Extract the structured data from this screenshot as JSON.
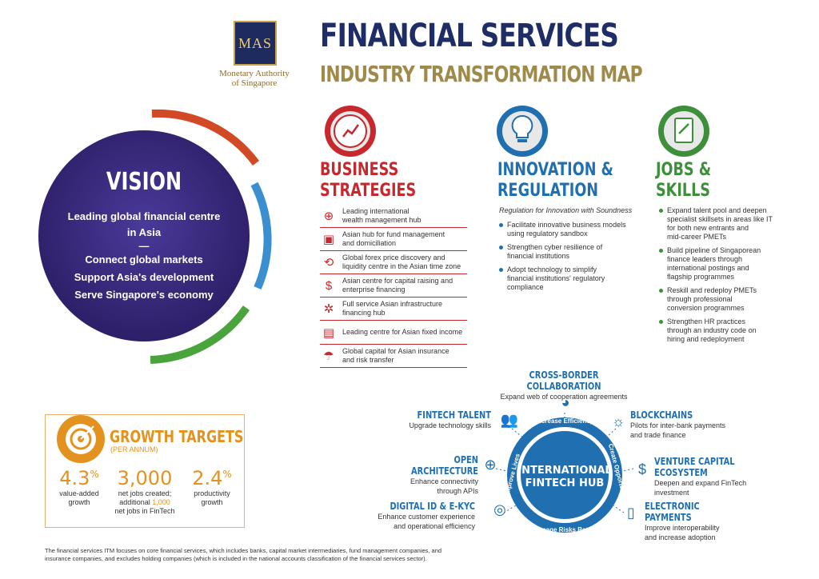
{
  "header": {
    "logo_text": "MAS",
    "org_line1": "Monetary Authority",
    "org_line2": "of Singapore",
    "title": "FINANCIAL SERVICES",
    "subtitle": "INDUSTRY TRANSFORMATION MAP"
  },
  "vision": {
    "title": "VISION",
    "line1": "Leading global financial centre",
    "line2": "in Asia",
    "separator": "—",
    "point1": "Connect global markets",
    "point2": "Support Asia's development",
    "point3": "Serve Singapore's economy"
  },
  "business": {
    "title1": "BUSINESS",
    "title2": "STRATEGIES",
    "items": [
      {
        "icon": "globe-dollar-icon",
        "line1": "Leading international",
        "line2": "wealth management hub"
      },
      {
        "icon": "briefcase-dollar-icon",
        "line1": "Asian hub for fund management",
        "line2": "and domiciliation"
      },
      {
        "icon": "currency-exchange-icon",
        "line1": "Global forex price discovery and",
        "line2": "liquidity centre in the Asian time zone"
      },
      {
        "icon": "hand-coin-icon",
        "line1": "Asian centre for capital raising and",
        "line2": "enterprise financing"
      },
      {
        "icon": "network-icon",
        "line1": "Full service Asian infrastructure",
        "line2": "financing hub"
      },
      {
        "icon": "lock-dollar-icon",
        "line1": "Leading centre for Asian fixed income",
        "line2": ""
      },
      {
        "icon": "umbrella-icon",
        "line1": "Global capital for Asian insurance",
        "line2": "and risk transfer"
      }
    ]
  },
  "innovation": {
    "title1": "INNOVATION &",
    "title2": "REGULATION",
    "subtitle": "Regulation for Innovation with Soundness",
    "items": [
      {
        "line1": "Facilitate innovative business models",
        "line2": "using regulatory sandbox",
        "line3": ""
      },
      {
        "line1": "Strengthen cyber resilience of",
        "line2": "financial institutions",
        "line3": ""
      },
      {
        "line1": "Adopt technology to simplify",
        "line2": "financial institutions' regulatory",
        "line3": "compliance"
      }
    ]
  },
  "jobs": {
    "title1": "JOBS &",
    "title2": "SKILLS",
    "items": [
      {
        "line1": "Expand talent pool and deepen",
        "line2": "specialist skillsets in areas like IT",
        "line3": "for both new entrants and",
        "line4": "mid-career PMETs"
      },
      {
        "line1": "Build pipeline of Singaporean",
        "line2": "finance leaders through",
        "line3": "international postings and",
        "line4": "flagship programmes"
      },
      {
        "line1": "Reskill and redeploy PMETs",
        "line2": "through professional",
        "line3": "conversion programmes",
        "line4": ""
      },
      {
        "line1": "Strengthen HR practices",
        "line2": "through an industry code on",
        "line3": "hiring and redeployment",
        "line4": ""
      }
    ]
  },
  "growth": {
    "title": "GROWTH TARGETS",
    "subtitle": "(PER ANNUM)",
    "m1_value": "4.3",
    "m1_unit": "%",
    "m1_line1": "value-added",
    "m1_line2": "growth",
    "m2_value": "3,000",
    "m2_line1": "net jobs created;",
    "m2_line2a": "additional ",
    "m2_line2b": "1,000",
    "m2_line3": "net jobs in FinTech",
    "m3_value": "2.4",
    "m3_unit": "%",
    "m3_line1": "productivity",
    "m3_line2": "growth"
  },
  "hub": {
    "center1": "INTERNATIONAL",
    "center2": "FINTECH HUB",
    "ring_top": "Increase Efficiency",
    "ring_right": "Create Opportunities",
    "ring_bottom": "Manage Risks Better",
    "ring_left": "Improve Lives",
    "cross_border": {
      "title": "CROSS-BORDER COLLABORATION",
      "desc1": "Expand web of cooperation agreements",
      "desc2": ""
    },
    "fintech_talent": {
      "title": "FINTECH TALENT",
      "desc1": "Upgrade technology skills",
      "desc2": ""
    },
    "blockchains": {
      "title": "BLOCKCHAINS",
      "desc1": "Pilots for inter-bank payments",
      "desc2": "and trade finance"
    },
    "open_arch": {
      "title": "OPEN ARCHITECTURE",
      "desc1": "Enhance connectivity",
      "desc2": "through APIs"
    },
    "venture": {
      "title": "VENTURE CAPITAL ECOSYSTEM",
      "desc1": "Deepen and expand FinTech",
      "desc2": "investment"
    },
    "digital_id": {
      "title": "DIGITAL ID & E-KYC",
      "desc1": "Enhance customer experience",
      "desc2": "and operational efficiency"
    },
    "payments": {
      "title": "ELECTRONIC PAYMENTS",
      "desc1": "Improve interoperability",
      "desc2": "and increase adoption"
    }
  },
  "footnote": {
    "line1": "The financial services ITM focuses on core financial services, which includes banks, capital market intermediaries, fund management companies, and",
    "line2": "insurance companies, and excludes holding companies (which is included in the national accounts classification of the financial services sector)."
  },
  "colors": {
    "navy": "#1e2d66",
    "gold": "#a08a4a",
    "red": "#c6282e",
    "blue": "#1f6fb1",
    "green": "#3d8f3a",
    "orange": "#e3921f",
    "vision_purple": "#3b2a80"
  }
}
